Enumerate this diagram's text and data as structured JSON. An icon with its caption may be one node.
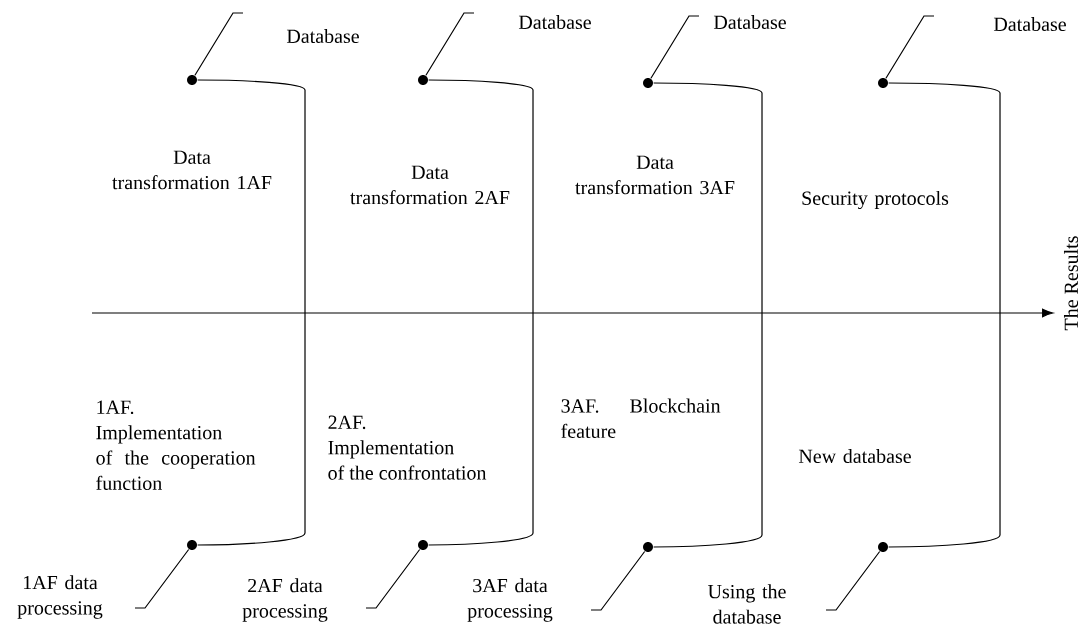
{
  "diagram": {
    "nodes": [
      {
        "text": [
          "Database"
        ]
      },
      {
        "text": [
          "Database"
        ]
      },
      {
        "text": [
          "Database"
        ]
      },
      {
        "text": [
          "Database"
        ]
      },
      {
        "text": [],
        "shape": "circle"
      },
      {
        "text": [],
        "shape": "circle"
      },
      {
        "text": [],
        "shape": "circle"
      },
      {
        "text": [],
        "shape": "circle"
      },
      {
        "text": [],
        "shape": "circle"
      },
      {
        "text": [],
        "shape": "circle"
      },
      {
        "text": [],
        "shape": "circle"
      },
      {
        "text": [],
        "shape": "circle"
      },
      {
        "text": [
          "1AF data processing"
        ]
      },
      {
        "text": [
          "2AF data processing"
        ]
      },
      {
        "text": [
          "3AF data processing"
        ]
      },
      {
        "text": [
          "Using the database"
        ]
      },
      {
        "text": [
          "The Results"
        ]
      }
    ],
    "edges": [
      {
        "from": 0,
        "to": 4,
        "arrow": "none"
      },
      {
        "from": 1,
        "to": 5,
        "arrow": "none"
      },
      {
        "from": 2,
        "to": 6,
        "arrow": "none"
      },
      {
        "from": 3,
        "to": 7,
        "arrow": "none"
      },
      {
        "from": 4,
        "to": 8,
        "arrow": "none"
      },
      {
        "from": 5,
        "to": 9,
        "arrow": "none"
      },
      {
        "from": 6,
        "to": 10,
        "arrow": "none"
      },
      {
        "from": 7,
        "to": 11,
        "arrow": "none"
      },
      {
        "from": 12,
        "to": 8,
        "arrow": "none"
      },
      {
        "from": 13,
        "to": 9,
        "arrow": "none"
      },
      {
        "from": 14,
        "to": 10,
        "arrow": "none"
      },
      {
        "from": 15,
        "to": 11,
        "arrow": "none"
      },
      {
        "from": null,
        "to": 16,
        "arrow": "to"
      }
    ],
    "labels": [
      "Data transformation 1AF",
      "Data transformation 2AF",
      "Data transformation 3AF",
      "Security protocols",
      "1AF. Implementation of the cooperation function",
      "2AF. Implementation of the confrontation",
      "3AF. Blockchain feature",
      "New database"
    ]
  }
}
